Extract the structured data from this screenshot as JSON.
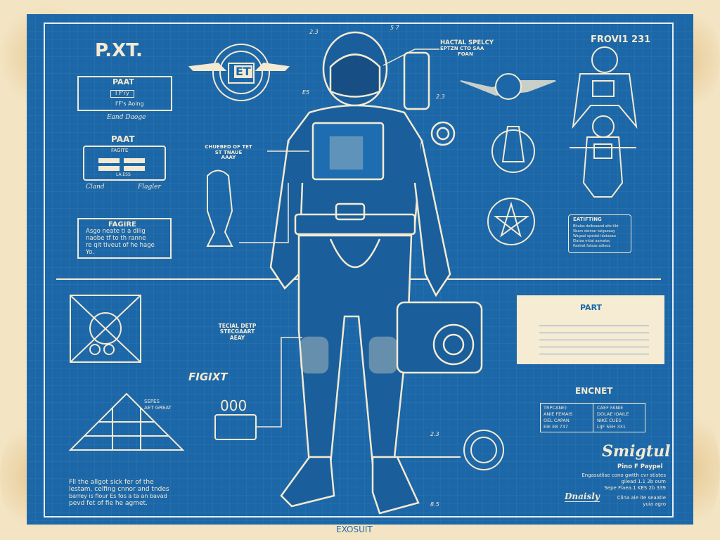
{
  "colors": {
    "paper": "#f3e5c4",
    "blueprint": "#1c67a8",
    "line": "#f4ead2"
  },
  "left": {
    "title": "P.XT.",
    "panel1": {
      "title": "PAAT",
      "display": "I F'ry",
      "sub": "I'F's Aoing",
      "caption": "Eand Daoge"
    },
    "panel2": {
      "title": "PAAT",
      "label": "FAGITE",
      "footer": "LA.ESS",
      "caption_left": "Cland",
      "caption_right": "Flagler"
    },
    "note": {
      "title": "FAGIRE",
      "lines": [
        "Asgo neate ti a dilig",
        "naobe tf to th ranne",
        "re qit tiveut of he hage",
        "Yo."
      ]
    },
    "pyramid_label": [
      "SEPES",
      "AET GREAT"
    ],
    "footer_lines": [
      "Fll the allgot sick fer of the",
      "lestam, celfing cnnor and tndes",
      "barrey is flour Es fos a ta an bavad",
      "pevd fet of fie he agmet."
    ]
  },
  "center": {
    "top_labels": [
      "2.3",
      "5 7"
    ],
    "side_labels": [
      "E5",
      "2.3",
      "2.3",
      "8.5"
    ],
    "callout_hip": [
      "CHUEBED OF TET",
      "ST TNAUE",
      "AAAY"
    ],
    "callout_helmet": [
      "HACTAL SPELCY",
      "EPTZN CTO SAA",
      "FOAN"
    ],
    "callout_knee": [
      "TECIAL DETP",
      "STECGAART",
      "AEAY"
    ],
    "figure_label": "FIGIXT",
    "counter": "000",
    "badge_text": "ET"
  },
  "right": {
    "title": "FROVI1 231",
    "caution": {
      "title": "EATIFTING",
      "lines": [
        "Bhalas dolbsaand alts tikt",
        "Sbam daimar taigaeaay",
        "Wagaal opedot idataaaa",
        "Elataa mtiai aamaiac",
        "fiaatiat fataas adtsoa"
      ]
    },
    "part_card": {
      "title": "PART"
    },
    "engine": {
      "title": "ENCNET",
      "col1": [
        "TRPCANE)",
        "ANIE FEMAIS",
        "OEL CAPAN",
        "EIE   E8 737"
      ],
      "col2": [
        "CAEF FANIE",
        "DOLAE  IOAILE",
        "NIKE CUES",
        "LIJF  5EH 331"
      ]
    },
    "signature": "Smigtul",
    "sig_block": {
      "title": "Pino F Paypel",
      "lines": [
        "Engasutlise cono gwtth cvr stistes",
        "gilead 1.1 2b oum",
        "Sepe Flaea.1 KES 2b 339"
      ]
    },
    "small_sig": "Dnaisly",
    "small_note": [
      "Clina ale ite seaatie",
      "yuia agro"
    ]
  },
  "footer": {
    "label": "EXOSUIT"
  }
}
